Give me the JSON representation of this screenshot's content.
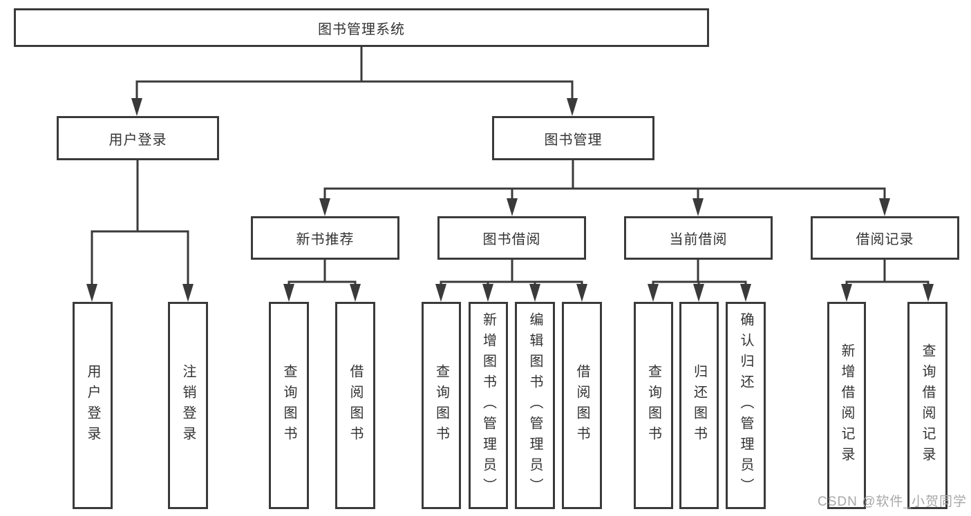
{
  "colors": {
    "line": "#3a3a3a",
    "text": "#333333",
    "watermark": "#a8a8a8",
    "bg": "#ffffff"
  },
  "tree": {
    "root": {
      "label": "图书管理系统"
    },
    "branches": [
      {
        "label": "用户登录",
        "leaves": [
          {
            "label": "用户登录"
          },
          {
            "label": "注销登录"
          }
        ]
      },
      {
        "label": "图书管理",
        "groups": [
          {
            "label": "新书推荐",
            "leaves": [
              {
                "label": "查询图书"
              },
              {
                "label": "借阅图书"
              }
            ]
          },
          {
            "label": "图书借阅",
            "leaves": [
              {
                "label": "查询图书"
              },
              {
                "label": "新增图书（管理员）"
              },
              {
                "label": "编辑图书（管理员）"
              },
              {
                "label": "借阅图书"
              }
            ]
          },
          {
            "label": "当前借阅",
            "leaves": [
              {
                "label": "查询图书"
              },
              {
                "label": "归还图书"
              },
              {
                "label": "确认归还（管理员）"
              }
            ]
          },
          {
            "label": "借阅记录",
            "leaves": [
              {
                "label": "新增借阅记录"
              },
              {
                "label": "查询借阅记录"
              }
            ]
          }
        ]
      }
    ]
  },
  "watermark": {
    "text": "CSDN @软件_小贺同学"
  }
}
